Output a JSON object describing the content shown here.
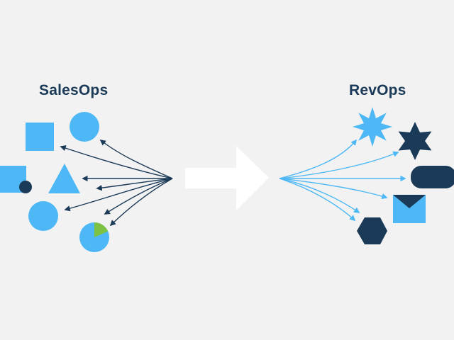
{
  "colors": {
    "background": "#f2f2f2",
    "light_blue": "#4db8f5",
    "dark_navy": "#1b3a57",
    "green": "#7dc242",
    "arrow_white": "#ffffff"
  },
  "left": {
    "title": "SalesOps",
    "shapes": [
      {
        "name": "square",
        "color": "light_blue"
      },
      {
        "name": "circle-top",
        "color": "light_blue"
      },
      {
        "name": "rectangle-with-dot",
        "color": "light_blue",
        "accent": "dark_navy"
      },
      {
        "name": "triangle",
        "color": "light_blue"
      },
      {
        "name": "circle-bottom",
        "color": "light_blue"
      },
      {
        "name": "pie-chart",
        "color": "light_blue",
        "accent": "green"
      }
    ],
    "arrow_color": "dark_navy",
    "arrow_count": 7
  },
  "center": {
    "arrow_icon": "right-arrow-icon"
  },
  "right": {
    "title": "RevOps",
    "shapes": [
      {
        "name": "eight-point-star",
        "color": "light_blue"
      },
      {
        "name": "six-point-star",
        "color": "dark_navy"
      },
      {
        "name": "pill",
        "color": "dark_navy"
      },
      {
        "name": "envelope",
        "color": "light_blue",
        "accent": "dark_navy"
      },
      {
        "name": "hexagon",
        "color": "dark_navy"
      }
    ],
    "arrow_color": "light_blue",
    "arrow_count": 6
  }
}
